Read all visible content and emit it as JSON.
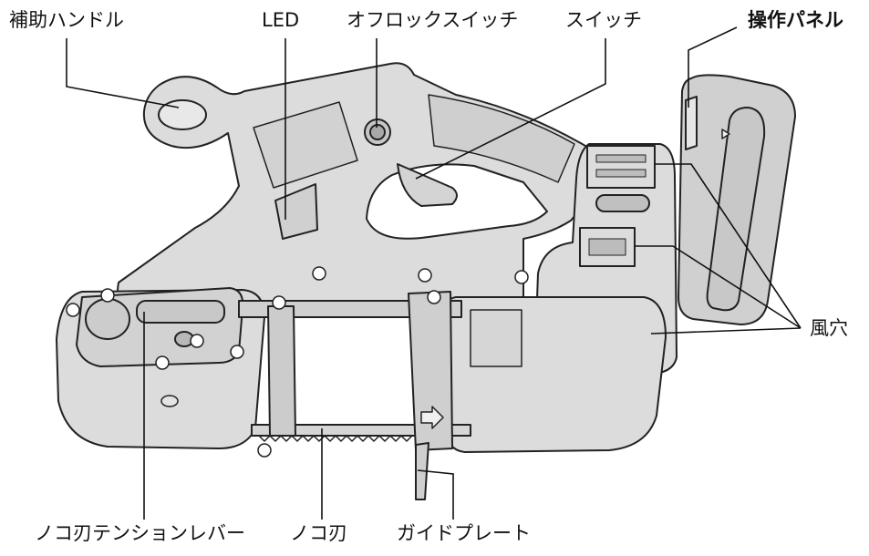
{
  "labels": {
    "auxiliary_handle": "補助ハンドル",
    "led": "LED",
    "off_lock_switch": "オフロックスイッチ",
    "switch": "スイッチ",
    "control_panel": "操作パネル",
    "vents": "風穴",
    "blade_tension_lever": "ノコ刃テンションレバー",
    "blade": "ノコ刃",
    "guide_plate": "ガイドプレート"
  },
  "colors": {
    "body_fill": "#dcdcdc",
    "body_dark": "#c4c4c4",
    "outline": "#222222",
    "leader": "#111111",
    "background": "#ffffff"
  }
}
